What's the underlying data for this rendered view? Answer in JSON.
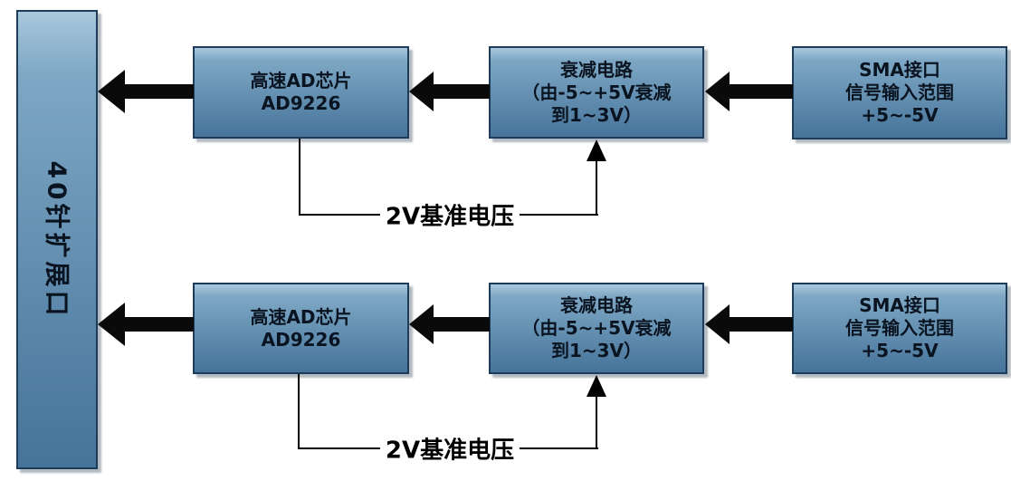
{
  "colors": {
    "background": "#ffffff",
    "box_top": "#a9c8dc",
    "box_mid": "#7da7c4",
    "box_bottom": "#46739a",
    "box_border": "#1c3c5a",
    "box_text": "#0a1420",
    "arrow": "#0a0a0a",
    "line": "#000000",
    "shadow": "#b3bac1"
  },
  "expansion_port": {
    "label": "40针扩展口"
  },
  "channels": [
    {
      "ad_chip": {
        "line1": "高速AD芯片",
        "line2": "AD9226"
      },
      "attenuator": {
        "line1": "衰减电路",
        "line2": "（由-5~+5V衰减",
        "line3": "到1~3V）"
      },
      "sma": {
        "line1": "SMA接口",
        "line2": "信号输入范围",
        "line3": "+5~-5V"
      },
      "reference_label": "2V基准电压"
    },
    {
      "ad_chip": {
        "line1": "高速AD芯片",
        "line2": "AD9226"
      },
      "attenuator": {
        "line1": "衰减电路",
        "line2": "（由-5~+5V衰减",
        "line3": "到1~3V）"
      },
      "sma": {
        "line1": "SMA接口",
        "line2": "信号输入范围",
        "line3": "+5~-5V"
      },
      "reference_label": "2V基准电压"
    }
  ]
}
